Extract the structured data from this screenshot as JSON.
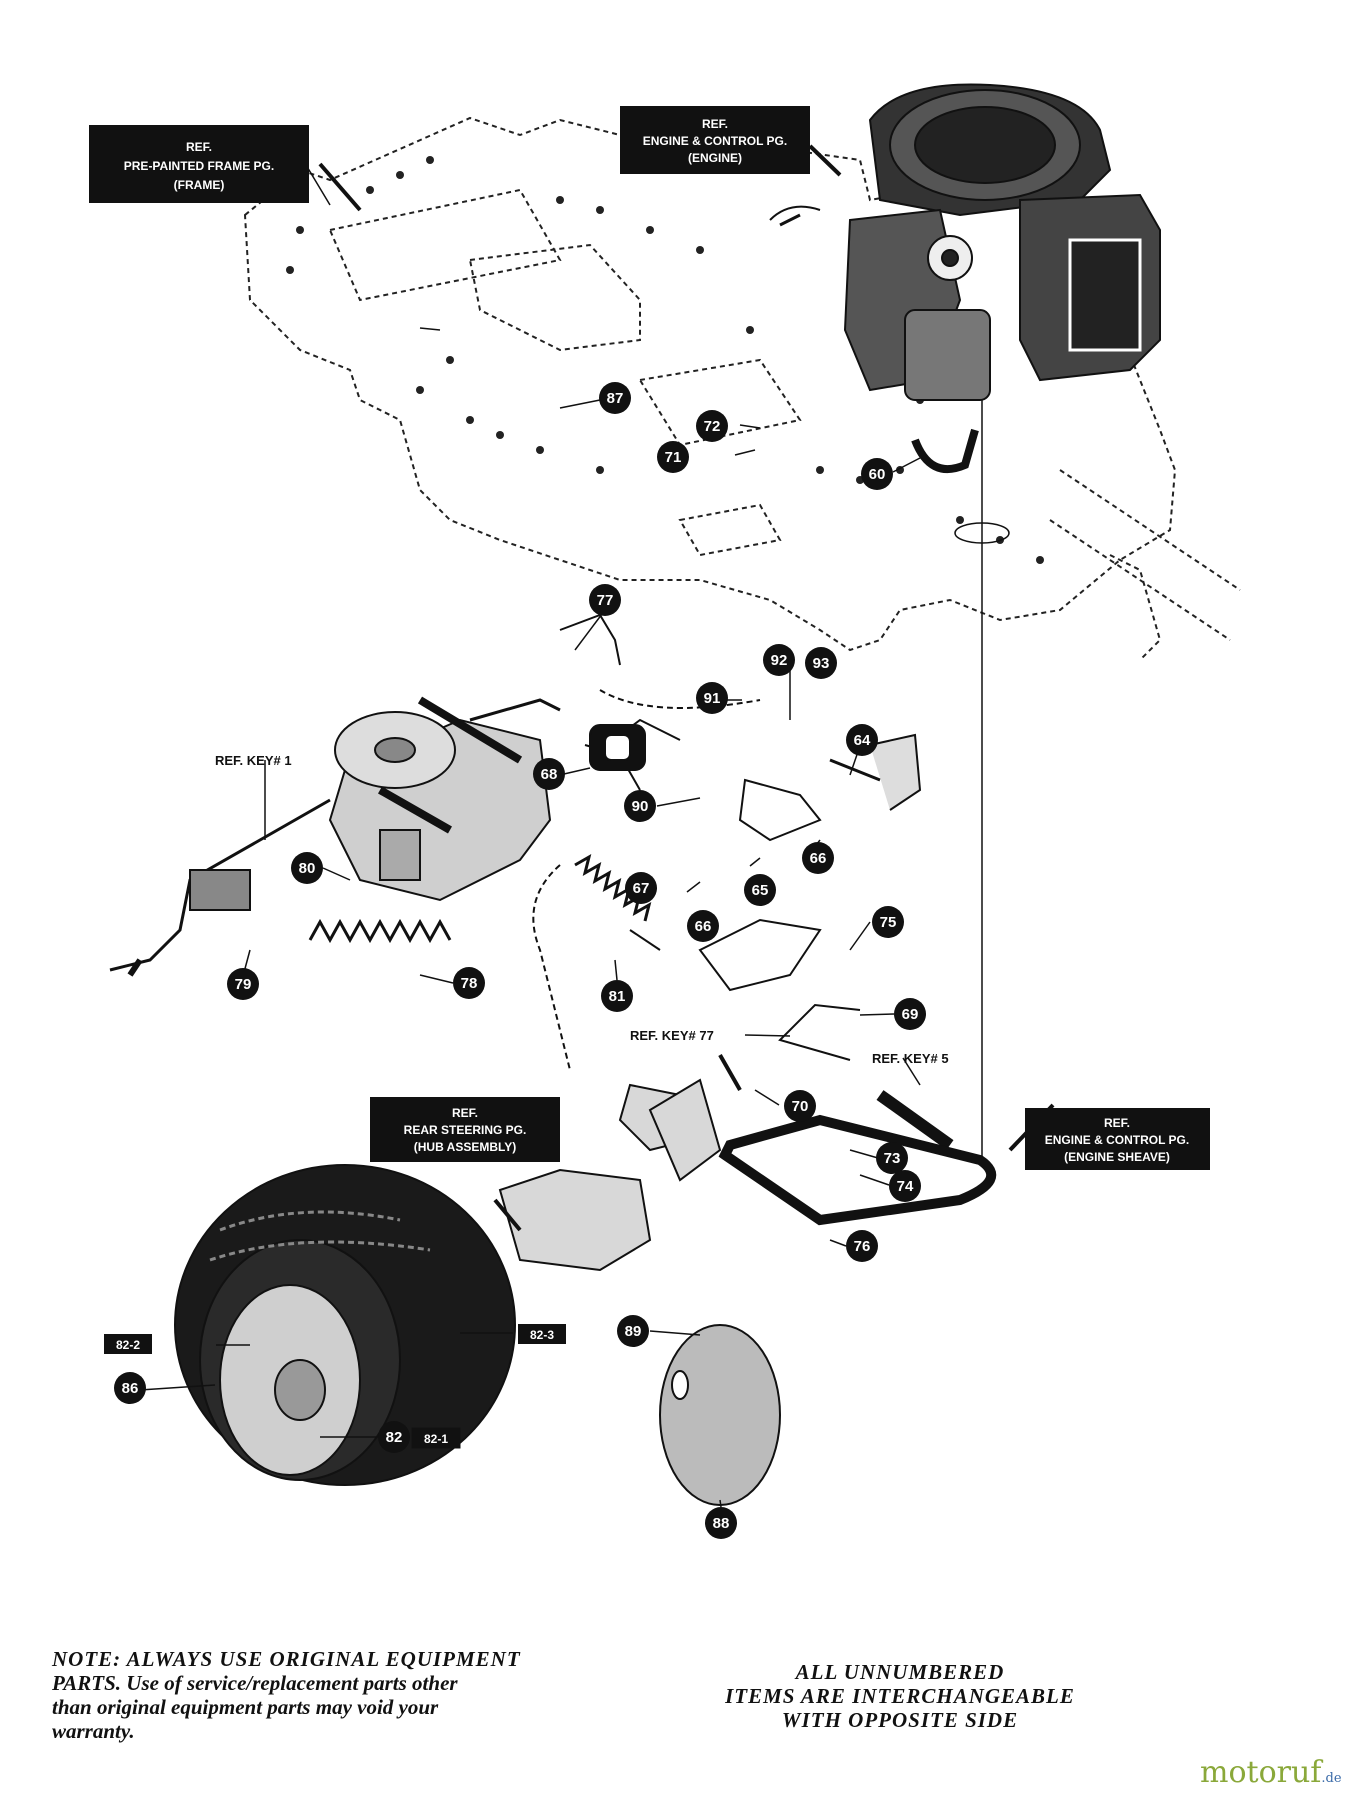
{
  "ref_boxes": {
    "frame": [
      "REF.",
      "PRE-PAINTED FRAME PG.",
      "(FRAME)"
    ],
    "engine": [
      "REF.",
      "ENGINE & CONTROL PG.",
      "(ENGINE)"
    ],
    "hub": [
      "REF.",
      "REAR STEERING PG.",
      "(HUB ASSEMBLY)"
    ],
    "sheave": [
      "REF.",
      "ENGINE & CONTROL PG.",
      "(ENGINE SHEAVE)"
    ]
  },
  "ref_keys": {
    "key1": "REF. KEY# 1",
    "key77": "REF. KEY# 77",
    "key5": "REF. KEY# 5"
  },
  "callouts": [
    "87",
    "72",
    "71",
    "60",
    "77",
    "92",
    "93",
    "91",
    "64",
    "68",
    "90",
    "66",
    "80",
    "67",
    "65",
    "66",
    "75",
    "79",
    "78",
    "81",
    "69",
    "70",
    "73",
    "74",
    "76",
    "89",
    "86",
    "82",
    "88"
  ],
  "tags": [
    "82-2",
    "82-3",
    "82-1"
  ],
  "note": {
    "line1": "NOTE: ALWAYS USE ORIGINAL EQUIPMENT",
    "line2": "PARTS. Use of service/replacement parts other",
    "line3": "than original equipment parts may void your",
    "line4": "warranty."
  },
  "center_note": {
    "line1": "ALL UNNUMBERED",
    "line2": "ITEMS ARE INTERCHANGEABLE",
    "line3": "WITH OPPOSITE SIDE"
  },
  "watermark": {
    "main": "motoruf",
    "suffix": ".de"
  }
}
